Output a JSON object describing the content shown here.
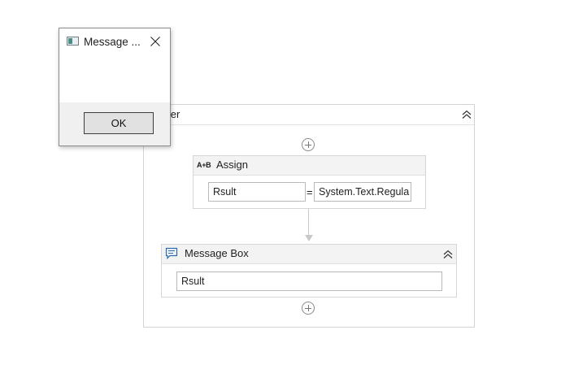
{
  "sequence": {
    "title": "Broker"
  },
  "assign": {
    "title": "Assign",
    "icon_text": "A+B",
    "to_value": "Rsult",
    "equals": "=",
    "expression_value": "System.Text.Regula"
  },
  "message_box": {
    "title": "Message Box",
    "text_value": "Rsult"
  },
  "dialog": {
    "title": "Message ...",
    "ok_label": "OK"
  }
}
